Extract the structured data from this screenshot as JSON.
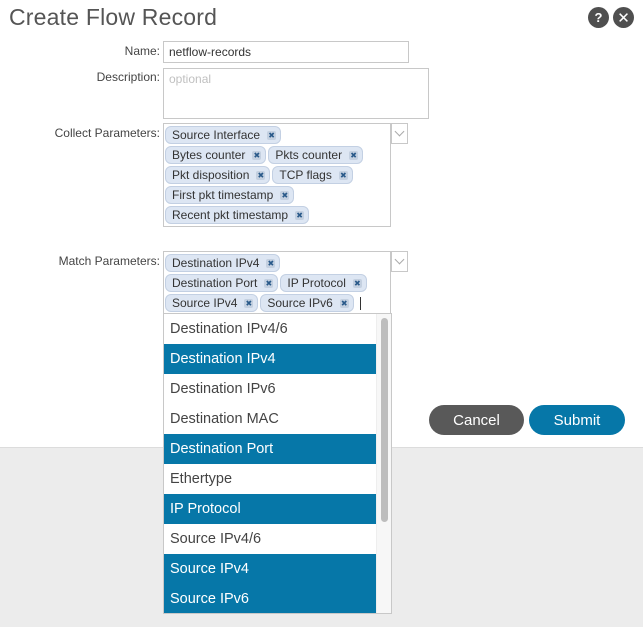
{
  "dialog": {
    "title": "Create Flow Record",
    "help_icon": "question-mark-icon",
    "close_icon": "close-x-icon",
    "help_glyph": "?",
    "close_glyph": "✕"
  },
  "form": {
    "name": {
      "label": "Name:",
      "value": "netflow-records"
    },
    "description": {
      "label": "Description:",
      "value": "",
      "placeholder": "optional"
    },
    "collect": {
      "label": "Collect Parameters:",
      "rows": [
        [
          "Source Interface"
        ],
        [
          "Bytes counter",
          "Pkts counter"
        ],
        [
          "Pkt disposition",
          "TCP flags"
        ],
        [
          "First pkt timestamp"
        ],
        [
          "Recent pkt timestamp"
        ]
      ]
    },
    "match": {
      "label": "Match Parameters:",
      "rows": [
        [
          "Destination IPv4"
        ],
        [
          "Destination Port",
          "IP Protocol"
        ],
        [
          "Source IPv4",
          "Source IPv6"
        ]
      ]
    },
    "chip_remove_glyph": "✖"
  },
  "match_dropdown": {
    "options": [
      {
        "label": "Destination IPv4/6",
        "selected": false
      },
      {
        "label": "Destination IPv4",
        "selected": true
      },
      {
        "label": "Destination IPv6",
        "selected": false
      },
      {
        "label": "Destination MAC",
        "selected": false
      },
      {
        "label": "Destination Port",
        "selected": true
      },
      {
        "label": "Ethertype",
        "selected": false
      },
      {
        "label": "IP Protocol",
        "selected": true
      },
      {
        "label": "Source IPv4/6",
        "selected": false
      },
      {
        "label": "Source IPv4",
        "selected": true
      },
      {
        "label": "Source IPv6",
        "selected": true
      }
    ]
  },
  "actions": {
    "cancel": "Cancel",
    "submit": "Submit"
  },
  "colors": {
    "accent": "#0677a8",
    "cancel_bg": "#595959",
    "chip_bg": "#dde6f3",
    "footer_bg": "#ececec"
  }
}
